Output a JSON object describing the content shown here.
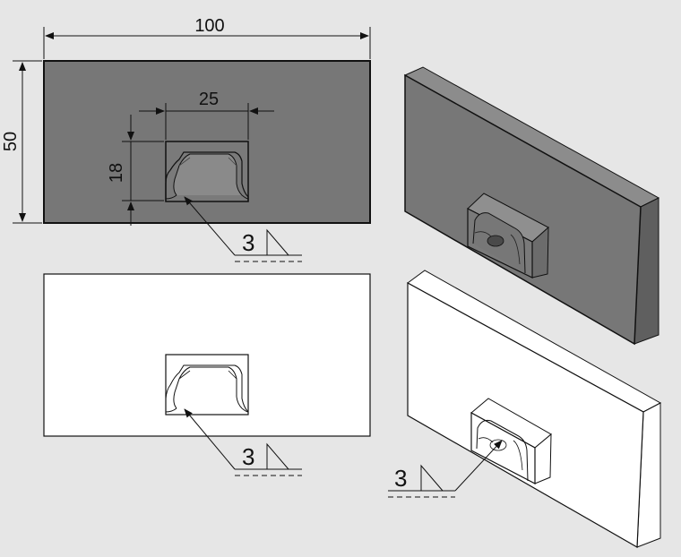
{
  "dimensions": {
    "width": "100",
    "height": "50",
    "slot_width": "25",
    "slot_height": "18"
  },
  "welds": [
    {
      "size": "3"
    },
    {
      "size": "3"
    },
    {
      "size": "3"
    }
  ],
  "colors": {
    "background": "#e6e6e6",
    "plate_shaded": "#777777",
    "plate_side": "#5f5f5f",
    "plate_top": "#8c8c8c",
    "paper": "#ffffff",
    "line": "#111111"
  }
}
